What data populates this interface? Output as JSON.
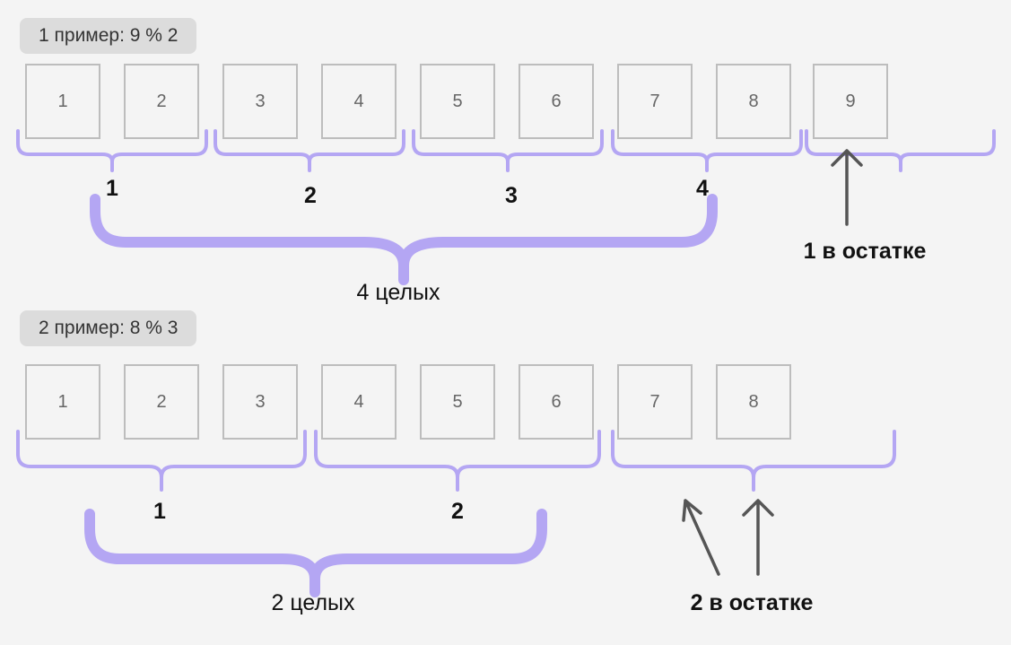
{
  "examples": [
    {
      "title": "1 пример: 9 % 2",
      "cells": [
        "1",
        "2",
        "3",
        "4",
        "5",
        "6",
        "7",
        "8",
        "9"
      ],
      "group_labels": [
        "1",
        "2",
        "3",
        "4"
      ],
      "total_caption": "4 целых",
      "remainder_caption": "1 в остатке"
    },
    {
      "title": "2 пример: 8 % 3",
      "cells": [
        "1",
        "2",
        "3",
        "4",
        "5",
        "6",
        "7",
        "8"
      ],
      "group_labels": [
        "1",
        "2"
      ],
      "total_caption": "2 целых",
      "remainder_caption": "2 в остатке"
    }
  ],
  "colors": {
    "brace": "#b4a6f3",
    "arrow": "#555555",
    "cell_border": "#bdbdbd",
    "title_bg": "#dcdcdc"
  }
}
